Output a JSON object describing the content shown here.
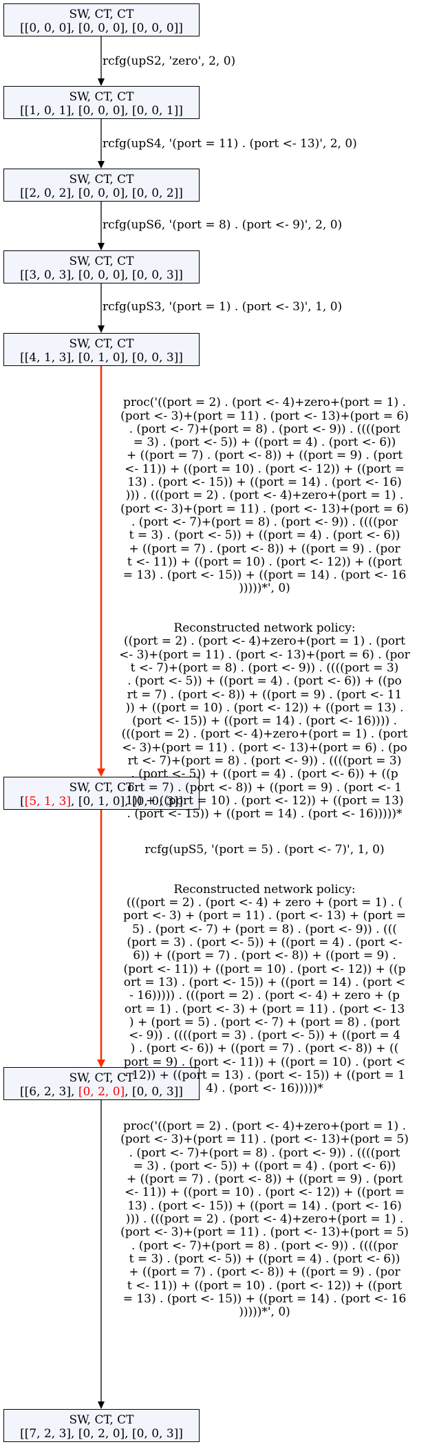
{
  "colors": {
    "node_fill": "#f2f5fc",
    "highlight_edge": "#ff2b00",
    "highlight_text": "#ff0000"
  },
  "nodes": [
    {
      "title": "SW, CT, CT",
      "parts": [
        "[[0, 0, 0], [0, 0, 0], [0, 0, 0]]"
      ]
    },
    {
      "title": "SW, CT, CT",
      "parts": [
        "[[1, 0, 1], [0, 0, 0], [0, 0, 1]]"
      ]
    },
    {
      "title": "SW, CT, CT",
      "parts": [
        "[[2, 0, 2], [0, 0, 0], [0, 0, 2]]"
      ]
    },
    {
      "title": "SW, CT, CT",
      "parts": [
        "[[3, 0, 3], [0, 0, 0], [0, 0, 3]]"
      ]
    },
    {
      "title": "SW, CT, CT",
      "parts": [
        "[[4, 1, 3], [0, 1, 0], [0, 0, 3]]"
      ]
    },
    {
      "title": "SW, CT, CT",
      "parts": [
        "[",
        "[5, 1, 3]",
        ", [0, 1, 0], [0, 0, 3]]"
      ]
    },
    {
      "title": "SW, CT, CT",
      "parts": [
        "[[6, 2, 3], ",
        "[0, 2, 0]",
        ", [0, 0, 3]]"
      ]
    },
    {
      "title": "SW, CT, CT",
      "parts": [
        "[[7, 2, 3], [0, 2, 0], [0, 0, 3]]"
      ]
    }
  ],
  "edges": [
    {
      "label": "rcfg(upS2, 'zero', 2, 0)"
    },
    {
      "label": "rcfg(upS4, '(port = 11) . (port <- 13)', 2, 0)"
    },
    {
      "label": "rcfg(upS6, '(port = 8) . (port <- 9)', 2, 0)"
    },
    {
      "label": "rcfg(upS3, '(port = 1) . (port <- 3)', 1, 0)"
    },
    {
      "label": "proc('((port = 2) . (port <- 4)+zero+(port = 1) .\n(port <- 3)+(port = 11) . (port <- 13)+(port = 6)\n. (port <- 7)+(port = 8) . (port <- 9)) . ((((port\n= 3) . (port <- 5)) + ((port = 4) . (port <- 6))\n+ ((port = 7) . (port <- 8)) + ((port = 9) . (port\n<- 11)) + ((port = 10) . (port <- 12)) + ((port =\n13) . (port <- 15)) + ((port = 14) . (port <- 16)\n))) . (((port = 2) . (port <- 4)+zero+(port = 1) .\n(port <- 3)+(port = 11) . (port <- 13)+(port = 6)\n. (port <- 7)+(port = 8) . (port <- 9)) . ((((por\nt = 3) . (port <- 5)) + ((port = 4) . (port <- 6))\n+ ((port = 7) . (port <- 8)) + ((port = 9) . (por\nt <- 11)) + ((port = 10) . (port <- 12)) + ((port\n= 13) . (port <- 15)) + ((port = 14) . (port <- 16\n)))))*', 0)",
      "policy": "Reconstructed network policy:\n((port = 2) . (port <- 4)+zero+(port = 1) . (port\n<- 3)+(port = 11) . (port <- 13)+(port = 6) . (por\nt <- 7)+(port = 8) . (port <- 9)) . ((((port = 3)\n. (port <- 5)) + ((port = 4) . (port <- 6)) + ((po\nrt = 7) . (port <- 8)) + ((port = 9) . (port <- 11\n)) + ((port = 10) . (port <- 12)) + ((port = 13) .\n(port <- 15)) + ((port = 14) . (port <- 16)))) .\n(((port = 2) . (port <- 4)+zero+(port = 1) . (port\n<- 3)+(port = 11) . (port <- 13)+(port = 6) . (po\nrt <- 7)+(port = 8) . (port <- 9)) . ((((port = 3)\n. (port <- 5)) + ((port = 4) . (port <- 6)) + ((p\nort = 7) . (port <- 8)) + ((port = 9) . (port <- 1\n1)) + ((port = 10) . (port <- 12)) + ((port = 13)\n. (port <- 15)) + ((port = 14) . (port <- 16)))))*"
    },
    {
      "label": "rcfg(upS5, '(port = 5) . (port <- 7)', 1, 0)",
      "policy": "Reconstructed network policy:\n(((port = 2) . (port <- 4) + zero + (port = 1) . (\nport <- 3) + (port = 11) . (port <- 13) + (port =\n5) . (port <- 7) + (port = 8) . (port <- 9)) . (((\n(port = 3) . (port <- 5)) + ((port = 4) . (port <-\n6)) + ((port = 7) . (port <- 8)) + ((port = 9) .\n(port <- 11)) + ((port = 10) . (port <- 12)) + ((p\nort = 13) . (port <- 15)) + ((port = 14) . (port <\n- 16))))) . (((port = 2) . (port <- 4) + zero + (p\nort = 1) . (port <- 3) + (port = 11) . (port <- 13\n) + (port = 5) . (port <- 7) + (port = 8) . (port\n<- 9)) . ((((port = 3) . (port <- 5)) + ((port = 4\n) . (port <- 6)) + ((port = 7) . (port <- 8)) + ((\nport = 9) . (port <- 11)) + ((port = 10) . (port <\n- 12)) + ((port = 13) . (port <- 15)) + ((port = 1\n4) . (port <- 16)))))*"
    },
    {
      "label": "proc('((port = 2) . (port <- 4)+zero+(port = 1) .\n(port <- 3)+(port = 11) . (port <- 13)+(port = 5)\n. (port <- 7)+(port = 8) . (port <- 9)) . ((((port\n= 3) . (port <- 5)) + ((port = 4) . (port <- 6))\n+ ((port = 7) . (port <- 8)) + ((port = 9) . (port\n<- 11)) + ((port = 10) . (port <- 12)) + ((port =\n13) . (port <- 15)) + ((port = 14) . (port <- 16)\n))) . (((port = 2) . (port <- 4)+zero+(port = 1) .\n(port <- 3)+(port = 11) . (port <- 13)+(port = 5)\n. (port <- 7)+(port = 8) . (port <- 9)) . ((((por\nt = 3) . (port <- 5)) + ((port = 4) . (port <- 6))\n+ ((port = 7) . (port <- 8)) + ((port = 9) . (por\nt <- 11)) + ((port = 10) . (port <- 12)) + ((port\n= 13) . (port <- 15)) + ((port = 14) . (port <- 16\n)))))*', 0)"
    }
  ]
}
